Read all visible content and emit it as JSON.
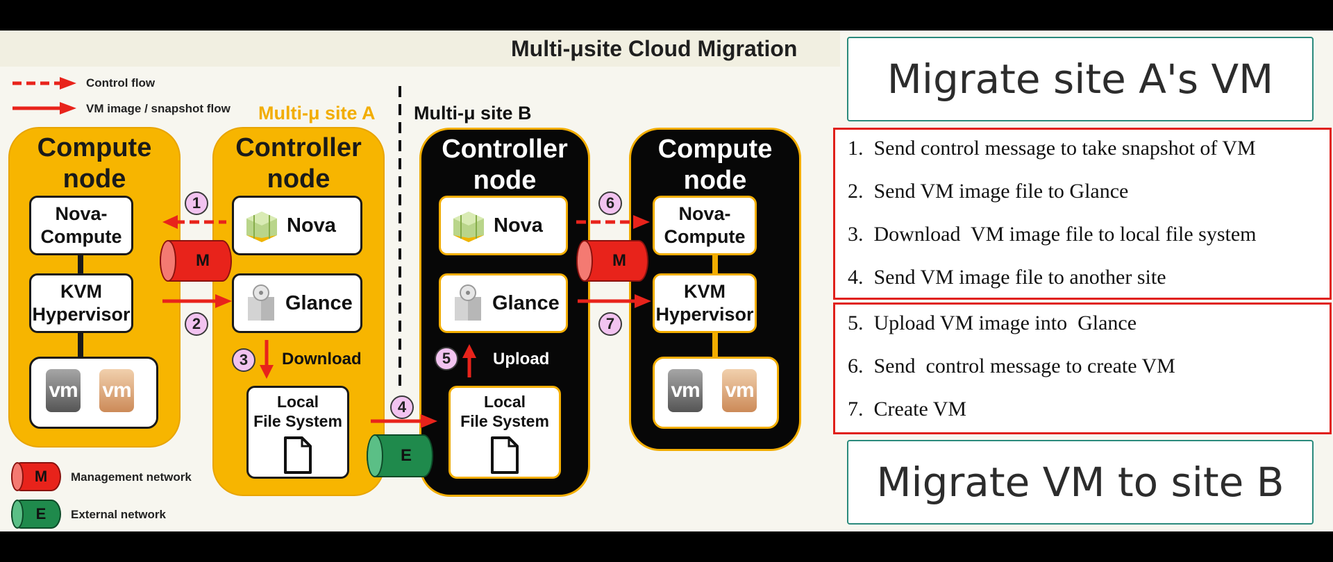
{
  "title": "Multi-μsite Cloud Migration",
  "legend": {
    "control_flow": "Control flow",
    "image_flow": "VM image / snapshot flow",
    "management": "Management network",
    "external": "External network",
    "management_letter": "M",
    "external_letter": "E"
  },
  "sites": {
    "a_label": "Multi-μ site A",
    "b_label": "Multi-μ site B"
  },
  "site_a": {
    "compute_title_1": "Compute",
    "compute_title_2": "node",
    "nova_compute_1": "Nova-",
    "nova_compute_2": "Compute",
    "kvm_1": "KVM",
    "kvm_2": "Hypervisor",
    "controller_title_1": "Controller",
    "controller_title_2": "node",
    "nova": "Nova",
    "glance": "Glance",
    "lfs_1": "Local",
    "lfs_2": "File System",
    "download": "Download"
  },
  "site_b": {
    "controller_title_1": "Controller",
    "controller_title_2": "node",
    "nova": "Nova",
    "glance": "Glance",
    "lfs_1": "Local",
    "lfs_2": "File System",
    "upload": "Upload",
    "compute_title_1": "Compute",
    "compute_title_2": "node",
    "nova_compute_1": "Nova-",
    "nova_compute_2": "Compute",
    "kvm_1": "KVM",
    "kvm_2": "Hypervisor"
  },
  "vm_label": "vm",
  "step_numbers": [
    "1",
    "2",
    "3",
    "4",
    "5",
    "6",
    "7"
  ],
  "callouts": {
    "top": "Migrate site A's VM",
    "bottom": "Migrate VM to site B"
  },
  "steps_a": [
    "1. Send control message to take snapshot of VM",
    "2. Send VM image file to Glance",
    "3. Download  VM image file to local file system",
    "4. Send VM image file to another site"
  ],
  "steps_b": [
    "5. Upload VM image into  Glance",
    "6. Send  control message to create VM",
    "7. Create VM"
  ],
  "colors": {
    "node_yellow": "#f7b500",
    "node_black": "#070707",
    "accent_red": "#e0201a",
    "management_red": "#e8231b",
    "external_green": "#1f8a4c",
    "step_circle": "#f2c3f0",
    "callout_border": "#2a8a7c"
  }
}
